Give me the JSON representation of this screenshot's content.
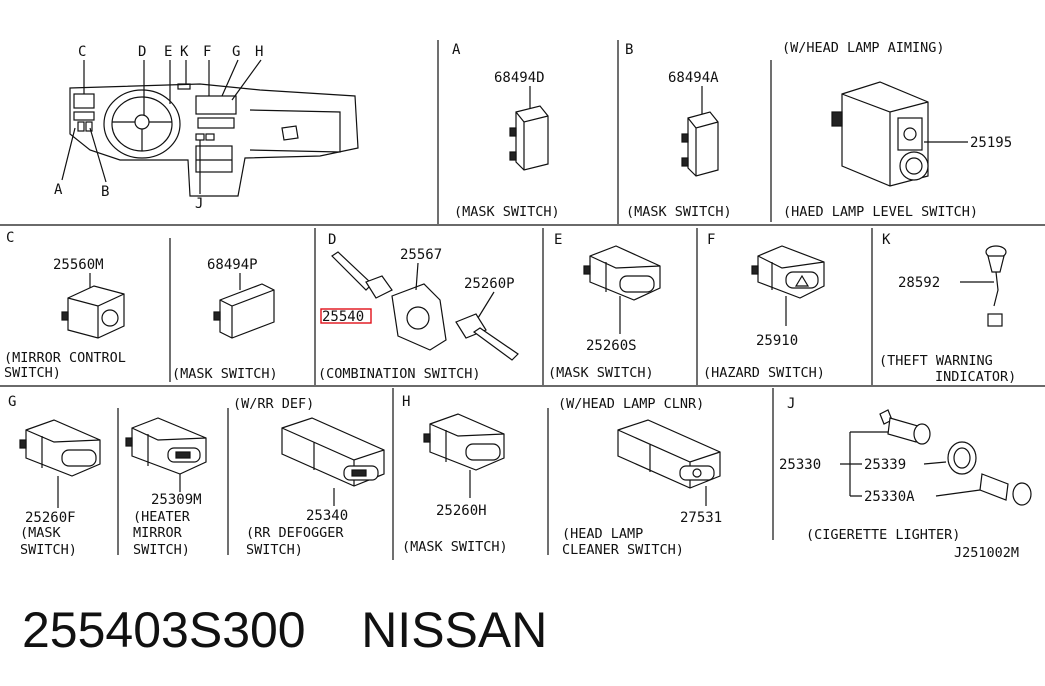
{
  "footer": {
    "part_number": "255403S300",
    "brand": "NISSAN"
  },
  "diagram_code": "J251002M",
  "overview": {
    "callouts": [
      "C",
      "D",
      "E",
      "K",
      "F",
      "G",
      "H",
      "A",
      "B",
      "J"
    ]
  },
  "panels": {
    "A": {
      "section": "A",
      "part": "68494D",
      "caption": "(MASK SWITCH)"
    },
    "B": {
      "section": "B",
      "part": "68494A",
      "caption": "(MASK SWITCH)"
    },
    "aiming": {
      "note": "(W/HEAD LAMP AIMING)",
      "part": "25195",
      "caption": "(HAED LAMP LEVEL SWITCH)"
    },
    "C1": {
      "section": "C",
      "part": "25560M",
      "caption_lines": [
        "(MIRROR CONTROL",
        " SWITCH)"
      ]
    },
    "C2": {
      "part": "68494P",
      "caption": "(MASK SWITCH)"
    },
    "D": {
      "section": "D",
      "parts": [
        "25567",
        "25260P",
        "25540"
      ],
      "caption": "(COMBINATION SWITCH)"
    },
    "E": {
      "section": "E",
      "part": "25260S",
      "caption": "(MASK SWITCH)"
    },
    "F": {
      "section": "F",
      "part": "25910",
      "caption": "(HAZARD SWITCH)"
    },
    "K": {
      "section": "K",
      "part": "28592",
      "caption_lines": [
        "(THEFT WARNING",
        "INDICATOR)"
      ]
    },
    "G1": {
      "section": "G",
      "part": "25260F",
      "caption_lines": [
        "(MASK",
        " SWITCH)"
      ]
    },
    "G2": {
      "part": "25309M",
      "caption_lines": [
        "(HEATER",
        " MIRROR",
        " SWITCH)"
      ]
    },
    "G3": {
      "note": "(W/RR DEF)",
      "part": "25340",
      "caption_lines": [
        "(RR DEFOGGER",
        " SWITCH)"
      ]
    },
    "H1": {
      "section": "H",
      "part": "25260H",
      "caption": "(MASK SWITCH)"
    },
    "H2": {
      "note": "(W/HEAD LAMP CLNR)",
      "part": "27531",
      "caption_lines": [
        "(HEAD LAMP",
        " CLEANER SWITCH)"
      ]
    },
    "J": {
      "section": "J",
      "parts": [
        "25330",
        "25339",
        "25330A"
      ],
      "caption": "(CIGERETTE LIGHTER)"
    }
  }
}
